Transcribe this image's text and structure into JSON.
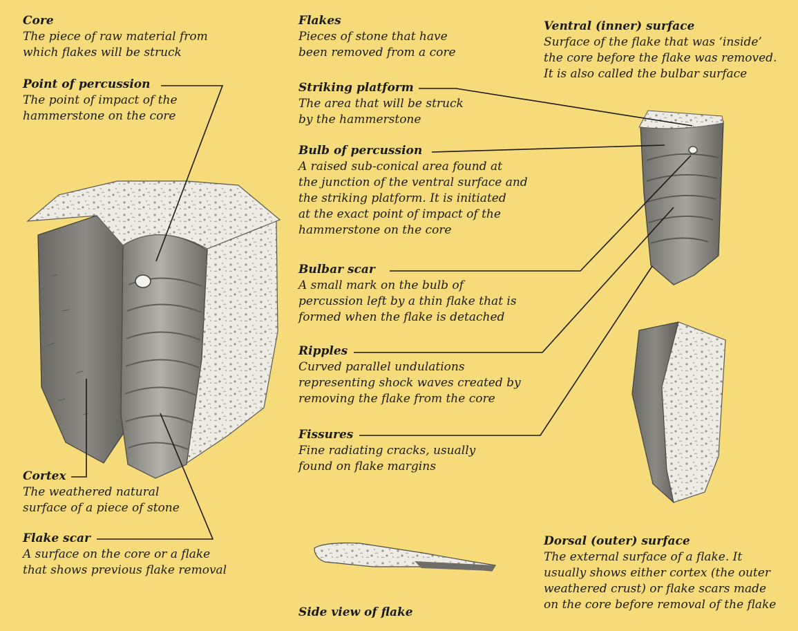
{
  "labels": {
    "core": {
      "title": "Core",
      "desc": [
        "The piece of raw material from",
        "which flakes will be struck"
      ]
    },
    "point_of_percussion": {
      "title": "Point of percussion",
      "desc": [
        "The point of impact of the",
        "hammerstone on the core"
      ]
    },
    "cortex": {
      "title": "Cortex",
      "desc": [
        "The weathered natural",
        "surface of a piece of stone"
      ]
    },
    "flake_scar": {
      "title": "Flake scar",
      "desc": [
        "A surface on the core or a flake",
        "that shows previous flake removal"
      ]
    },
    "flakes": {
      "title": "Flakes",
      "desc": [
        "Pieces of stone that have",
        "been removed from a core"
      ]
    },
    "striking_platform": {
      "title": "Striking platform",
      "desc": [
        "The area that will be struck",
        "by the hammerstone"
      ]
    },
    "bulb_of_percussion": {
      "title": "Bulb of percussion",
      "desc": [
        "A raised sub-conical area found at",
        "the junction of the ventral surface and",
        "the striking platform. It is initiated",
        "at the exact point of impact of the",
        "hammerstone on the core"
      ]
    },
    "bulbar_scar": {
      "title": "Bulbar scar",
      "desc": [
        "A small mark on the bulb of",
        "percussion left by a thin flake that is",
        "formed when the flake is detached"
      ]
    },
    "ripples": {
      "title": "Ripples",
      "desc": [
        "Curved parallel undulations",
        "representing shock waves created by",
        "removing the flake from the core"
      ]
    },
    "fissures": {
      "title": "Fissures",
      "desc": [
        "Fine radiating cracks, usually",
        "found on flake margins"
      ]
    },
    "ventral_surface": {
      "title": "Ventral (inner) surface",
      "desc": [
        "Surface of the flake that was ‘inside’",
        "the core before the flake was removed.",
        "It is also called the bulbar surface"
      ]
    },
    "dorsal_surface": {
      "title": "Dorsal (outer) surface",
      "desc": [
        "The external surface of a flake. It",
        "usually shows either cortex (the outer",
        "weathered crust) or flake scars made",
        "on the core before removal of the flake"
      ]
    },
    "side_view": {
      "title": "Side view of flake"
    }
  },
  "colors": {
    "background": "#f6db7a",
    "ink": "#1b1a16",
    "stone_light": "#ece9e2",
    "stone_dark": "#5d5b57"
  }
}
